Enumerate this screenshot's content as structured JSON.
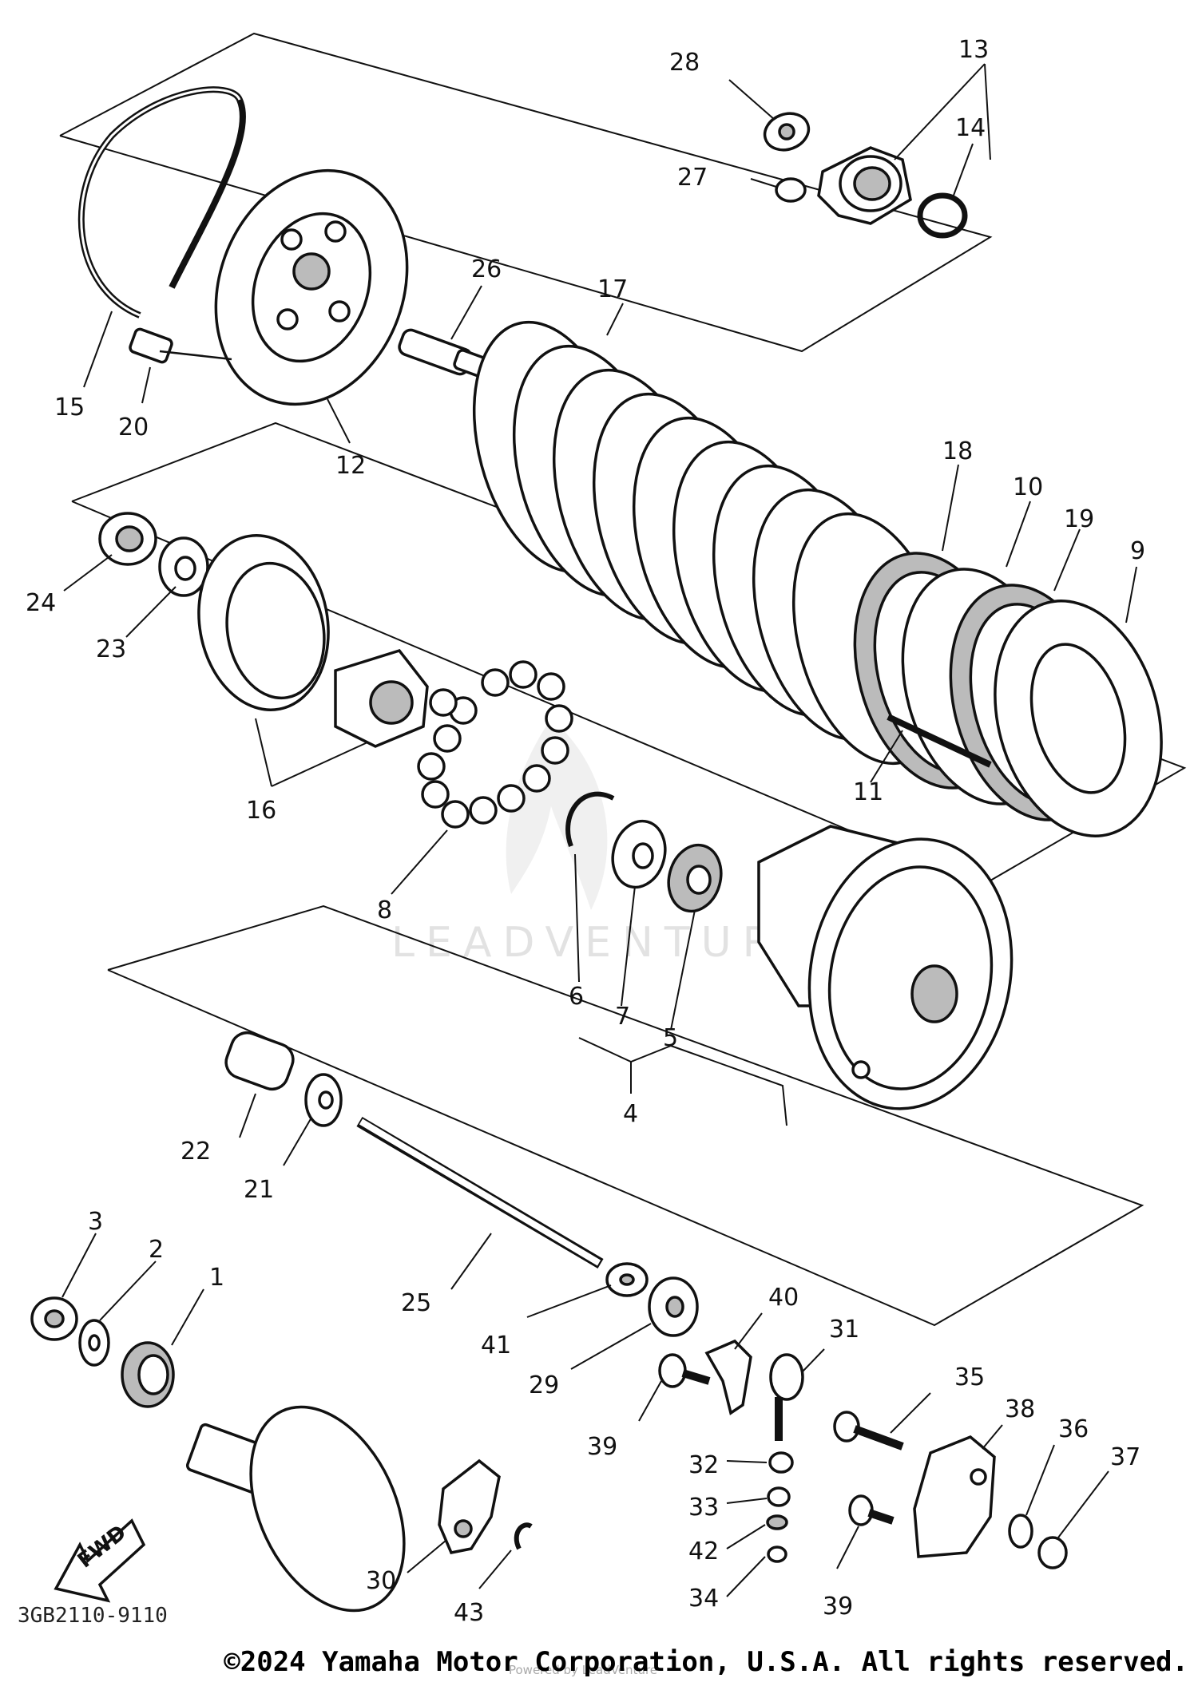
{
  "callouts": [
    "1",
    "2",
    "3",
    "4",
    "5",
    "6",
    "7",
    "8",
    "9",
    "10",
    "11",
    "12",
    "13",
    "14",
    "15",
    "16",
    "17",
    "18",
    "19",
    "20",
    "21",
    "22",
    "23",
    "24",
    "25",
    "26",
    "27",
    "28",
    "29",
    "30",
    "31",
    "32",
    "33",
    "34",
    "35",
    "36",
    "37",
    "38",
    "39",
    "40",
    "41",
    "42",
    "43"
  ],
  "reference_code": "3GB2110-9110",
  "fwd_label": "FWD",
  "watermark": "LEADVENTURE",
  "watermark_small": "Powered by LeadVenture",
  "copyright": "©2024 Yamaha Motor Corporation, U.S.A. All rights reserved."
}
